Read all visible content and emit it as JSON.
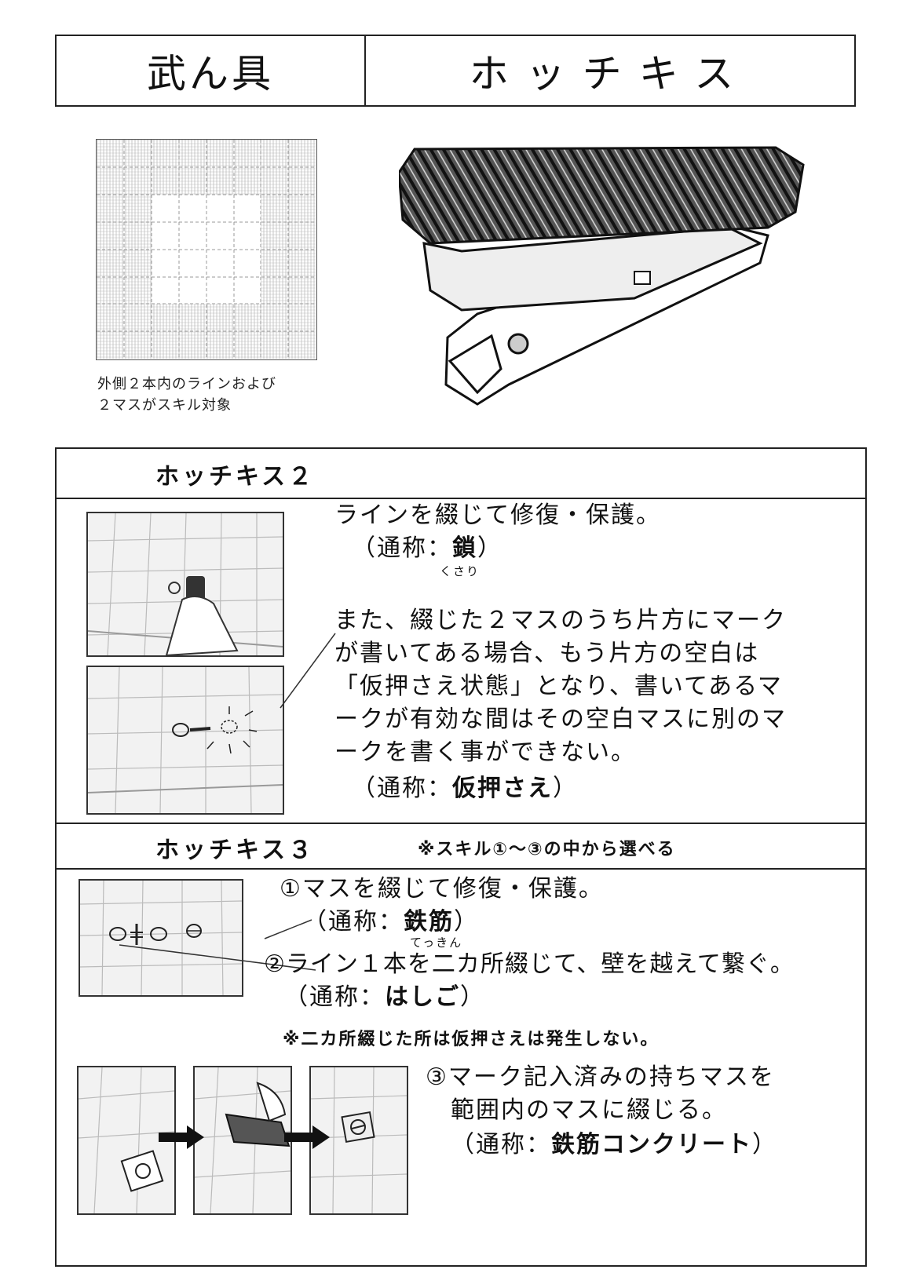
{
  "header": {
    "category": "武ん具",
    "item_name": "ホッチキス"
  },
  "grid_caption": {
    "line1": "外側２本内のラインおよび",
    "line2": "２マスがスキル対象"
  },
  "skill2": {
    "title": "ホッチキス２",
    "desc1": "ラインを綴じて修復・保護。",
    "alias1_prefix": "（通称：",
    "alias1_name": "鎖",
    "alias1_suffix": "）",
    "alias1_ruby": "くさり",
    "desc2_lines": [
      "また、綴じた２マスのうち片方にマーク",
      "が書いてある場合、もう片方の空白は",
      "「仮押さえ状態」となり、書いてあるマ",
      "ークが有効な間はその空白マスに別のマ",
      "ークを書く事ができない。"
    ],
    "alias2_prefix": "（通称：",
    "alias2_name": "仮押さえ",
    "alias2_suffix": "）"
  },
  "skill3": {
    "title": "ホッチキス３",
    "subnote": "※スキル①～③の中から選べる",
    "opt1": "①マスを綴じて修復・保護。",
    "opt1_alias_prefix": "（通称：",
    "opt1_alias_name": "鉄筋",
    "opt1_alias_suffix": "）",
    "opt1_ruby": "てっきん",
    "opt2": "②ライン１本を二カ所綴じて、壁を越えて繋ぐ。",
    "opt2_alias_prefix": "（通称：",
    "opt2_alias_name": "はしご",
    "opt2_alias_suffix": "）",
    "opt2_note": "※二カ所綴じた所は仮押さえは発生しない。",
    "opt3_line1": "③マーク記入済みの持ちマスを",
    "opt3_line2": "範囲内のマスに綴じる。",
    "opt3_alias_prefix": "（通称：",
    "opt3_alias_name": "鉄筋コンクリート",
    "opt3_alias_suffix": "）"
  }
}
